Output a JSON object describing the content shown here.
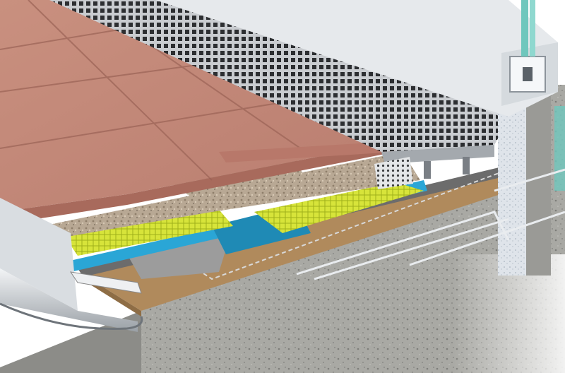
{
  "diagram": {
    "kind": "isometric cross-section",
    "labels_present": false,
    "components": [
      {
        "id": "concrete-slab",
        "color": "#a9a9a4"
      },
      {
        "id": "screed-layer",
        "color": "#b08a5c"
      },
      {
        "id": "waterproofing-membrane",
        "color": "#6c6c6c"
      },
      {
        "id": "drainage-mat",
        "color": "#2aa6d6"
      },
      {
        "id": "filter-fleece",
        "color": "#d7e43a"
      },
      {
        "id": "gravel-bedding",
        "color": "#b8a894"
      },
      {
        "id": "paving-slabs",
        "color": "#c4877a"
      },
      {
        "id": "drainage-channel-grate",
        "color": "#c9ccd0"
      },
      {
        "id": "window-frame",
        "color": "#e6e9ec"
      },
      {
        "id": "glazing",
        "color": "#6fc7bd"
      },
      {
        "id": "facade-insulation",
        "color": "#dfe4ea"
      },
      {
        "id": "edge-gutter",
        "color": "#cfd3d7"
      },
      {
        "id": "reinforcement-bars",
        "color": "#e9ecef"
      }
    ]
  }
}
